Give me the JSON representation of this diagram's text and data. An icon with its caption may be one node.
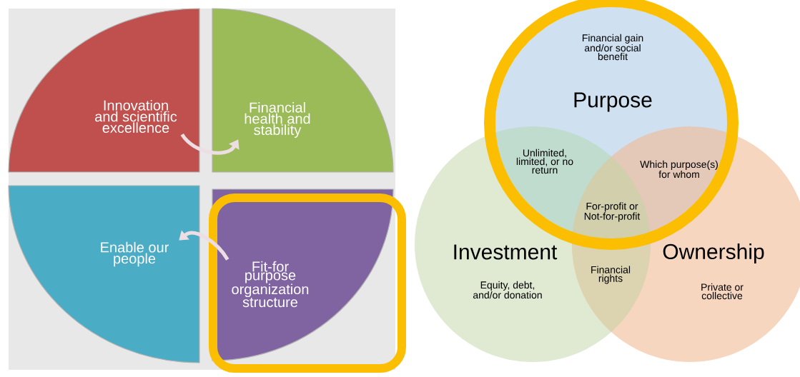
{
  "diagram": {
    "nodes": [
      {
        "text": [
          "Innovation and scientific excellence"
        ]
      },
      {
        "text": [
          "Financial health and stability"
        ]
      },
      {
        "text": [
          "Enable our people"
        ]
      },
      {
        "text": [
          "Fit-for purpose organization structure"
        ]
      },
      {
        "text": [
          "Financial gain and/or social benefit",
          "Purpose"
        ]
      },
      {
        "text": [
          "Investment",
          "Equity, debt, and/or donation"
        ]
      },
      {
        "text": [
          "Ownership",
          "Private or collective"
        ]
      }
    ],
    "edges": [
      {
        "from": 0,
        "to": 1,
        "arrow": "to"
      },
      {
        "from": 3,
        "to": 2,
        "arrow": "to"
      }
    ],
    "labels": [
      "Unlimited, limited, or no return",
      "Which purpose(s) for whom",
      "For-profit or Not-for-profit",
      "Financial rights"
    ]
  }
}
